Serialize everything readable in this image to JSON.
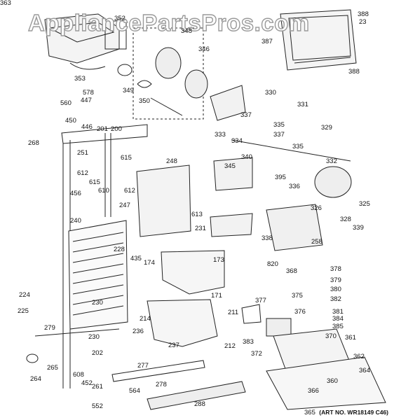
{
  "watermark": "AppliancePartsPros.com",
  "art_number": "(ART NO. WR18149 C46)",
  "callouts": [
    "352",
    "348",
    "346",
    "349",
    "353",
    "350",
    "578",
    "447",
    "560",
    "450",
    "446",
    "201",
    "200",
    "268",
    "251",
    "615",
    "612",
    "615",
    "610",
    "612",
    "248",
    "456",
    "247",
    "613",
    "240",
    "228",
    "231",
    "435",
    "174",
    "173",
    "224",
    "225",
    "279",
    "230",
    "214",
    "230",
    "236",
    "202",
    "265",
    "264",
    "608",
    "452",
    "261",
    "564",
    "552",
    "277",
    "278",
    "288",
    "171",
    "211",
    "237",
    "212",
    "387",
    "388",
    "23",
    "388",
    "330",
    "331",
    "329",
    "337",
    "335",
    "337",
    "335",
    "334",
    "340",
    "333",
    "345",
    "395",
    "336",
    "332",
    "326",
    "325",
    "328",
    "339",
    "338",
    "258",
    "820",
    "368",
    "378",
    "379",
    "380",
    "382",
    "381",
    "384",
    "385",
    "377",
    "376",
    "375",
    "383",
    "372",
    "370",
    "361",
    "362",
    "364",
    "360",
    "366",
    "365",
    "363"
  ]
}
